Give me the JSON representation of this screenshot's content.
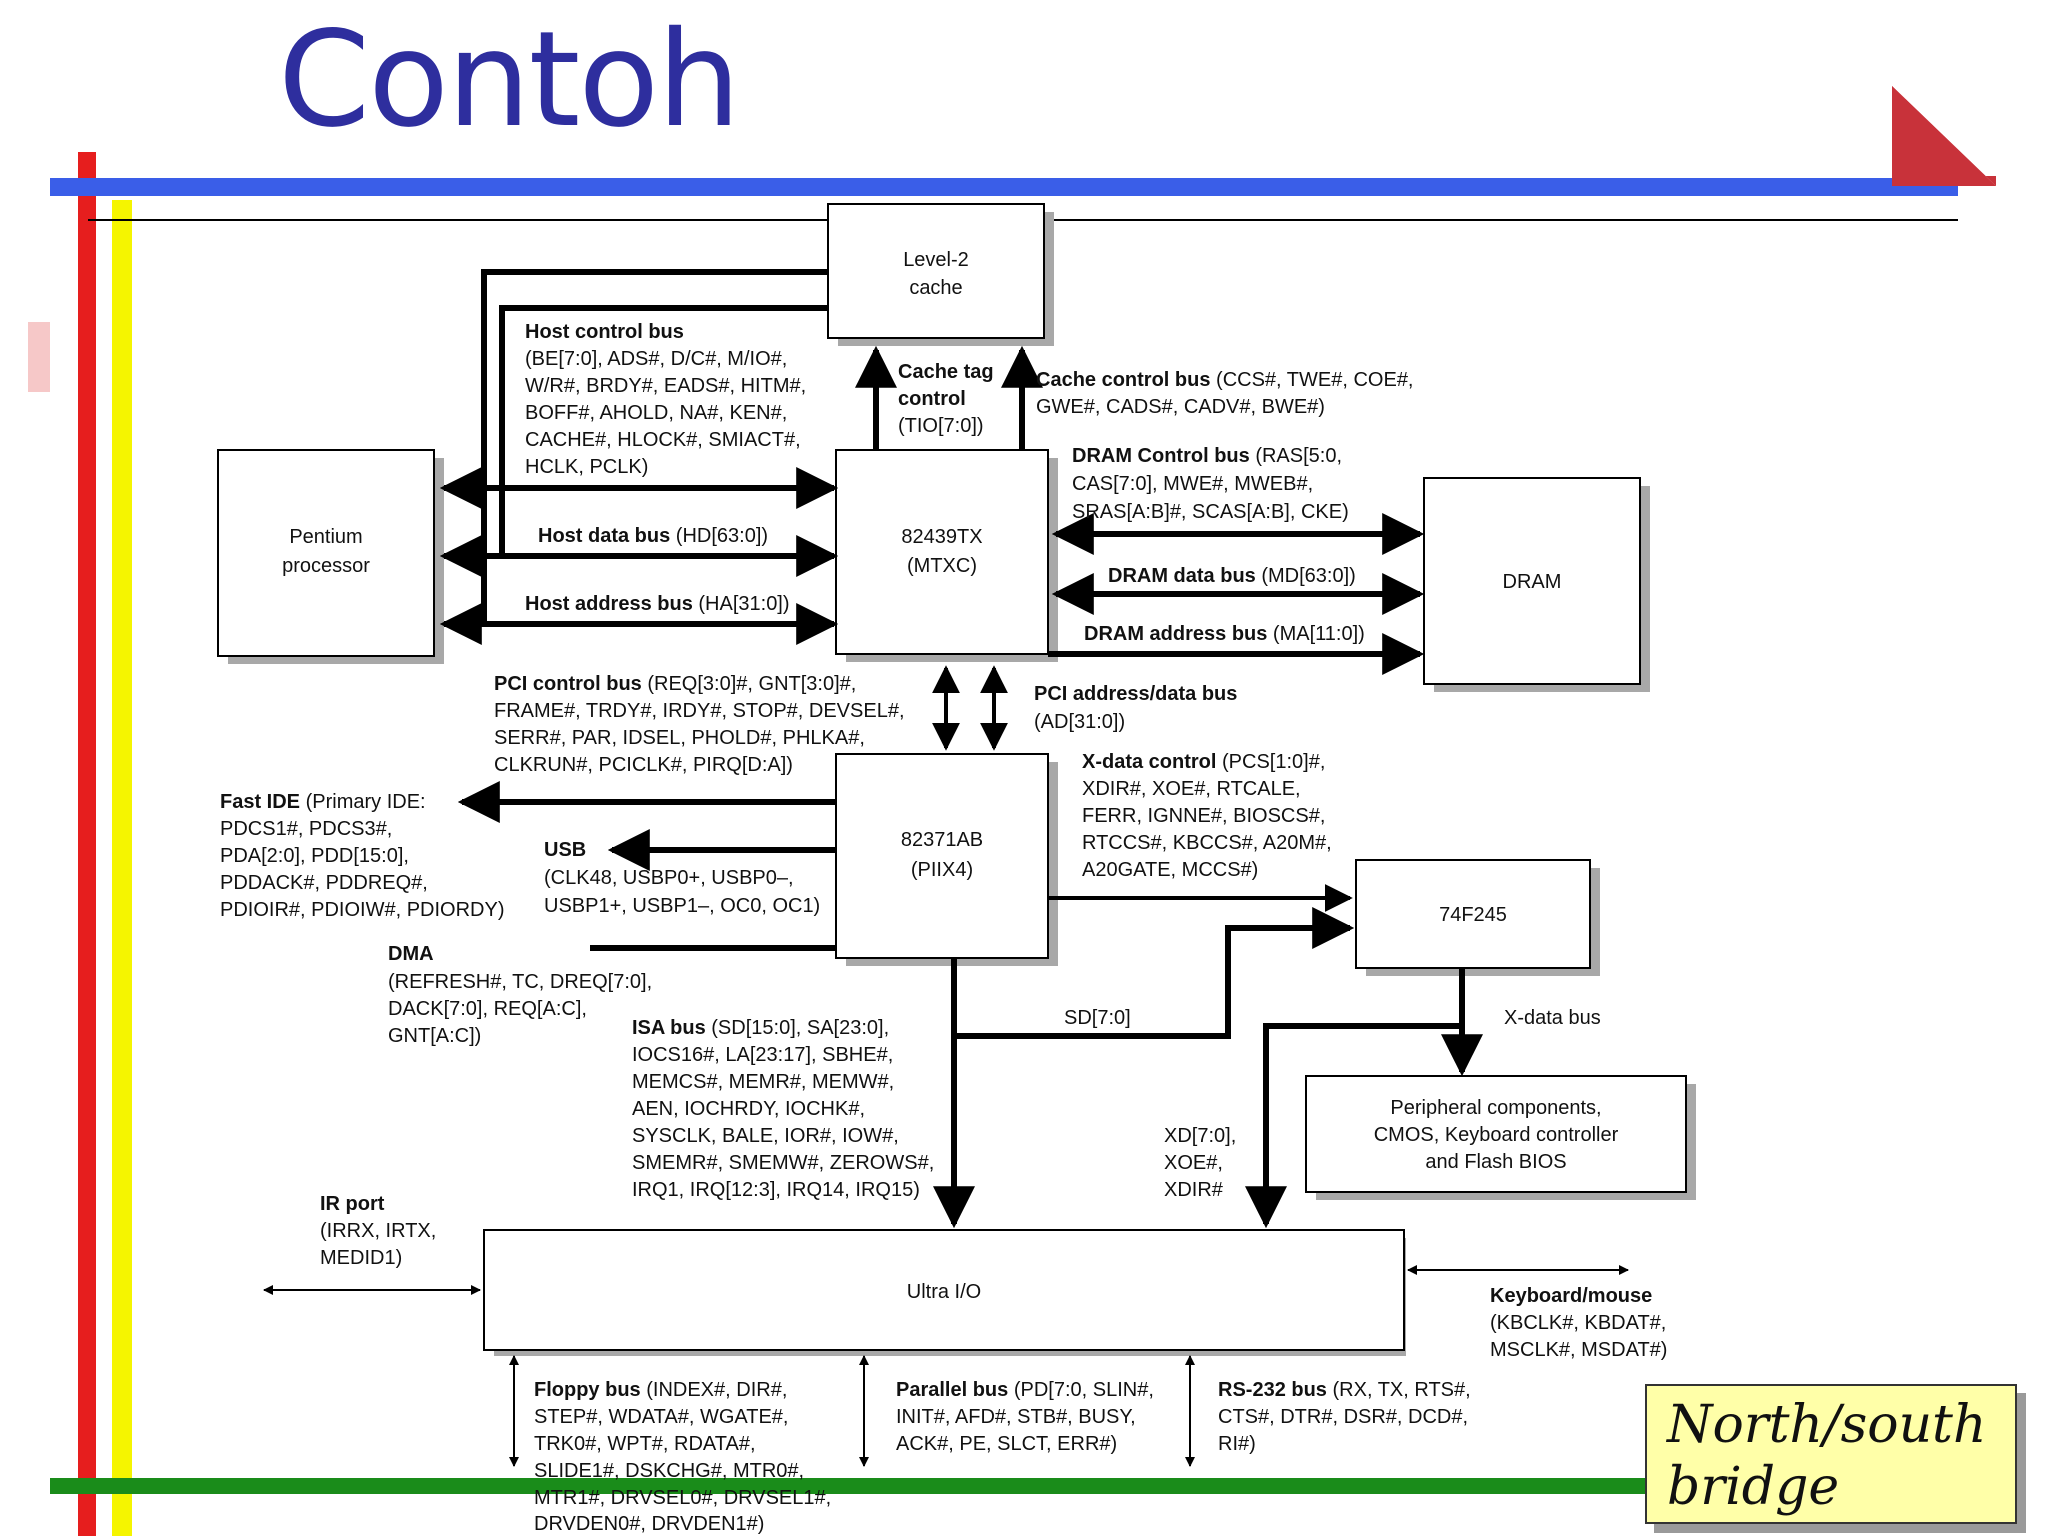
{
  "slide": {
    "title": "Contoh",
    "note": [
      "North/south",
      "bridge"
    ]
  },
  "colors": {
    "title": "#2e2e9e",
    "blue_bar": "#3a5ee8",
    "red_bar": "#e61e1e",
    "yellow_bar": "#f5f500",
    "green_bar": "#1a8c1a",
    "corner_triangle": "#c8323a",
    "note_background": "#ffffa8"
  },
  "diagram": {
    "boxes": {
      "level2_cache": [
        "Level-2",
        "cache"
      ],
      "pentium": [
        "Pentium",
        "processor"
      ],
      "mtxc": [
        "82439TX",
        "(MTXC)"
      ],
      "dram": "DRAM",
      "piix4": [
        "82371AB",
        "(PIIX4)"
      ],
      "f245": "74F245",
      "peripheral": [
        "Peripheral components,",
        "CMOS, Keyboard controller",
        "and Flash BIOS"
      ],
      "ultra_io": "Ultra I/O"
    },
    "labels": {
      "host_control": {
        "bold": "Host control bus",
        "lines": [
          "(BE[7:0], ADS#, D/C#, M/IO#,",
          "W/R#, BRDY#, EADS#, HITM#,",
          "BOFF#, AHOLD, NA#, KEN#,",
          "CACHE#, HLOCK#, SMIACT#,",
          "HCLK, PCLK)"
        ]
      },
      "host_data": {
        "bold": "Host data bus",
        "rest": " (HD[63:0])"
      },
      "host_address": {
        "bold": "Host address bus",
        "rest": " (HA[31:0])"
      },
      "cache_tag": [
        "Cache tag",
        "control",
        "(TIO[7:0])"
      ],
      "cache_control": {
        "bold": "Cache control bus",
        "rest": " (CCS#, TWE#, COE#,",
        "lines": [
          "GWE#, CADS#, CADV#, BWE#)"
        ]
      },
      "dram_control": {
        "bold": "DRAM Control bus",
        "rest": " (RAS[5:0,",
        "lines": [
          "CAS[7:0], MWE#, MWEB#,",
          "SRAS[A:B]#, SCAS[A:B], CKE)"
        ]
      },
      "dram_data": {
        "bold": "DRAM data bus",
        "rest": " (MD[63:0])"
      },
      "dram_address": {
        "bold": "DRAM address bus",
        "rest": " (MA[11:0])"
      },
      "pci_control": {
        "bold": "PCI control bus",
        "rest": " (REQ[3:0]#, GNT[3:0]#,",
        "lines": [
          "FRAME#, TRDY#, IRDY#, STOP#, DEVSEL#,",
          "SERR#, PAR, IDSEL, PHOLD#, PHLKA#,",
          "CLKRUN#, PCICLK#, PIRQ[D:A])"
        ]
      },
      "pci_address_data": {
        "bold": "PCI address/data bus",
        "lines": [
          "(AD[31:0])"
        ]
      },
      "xdata_control": {
        "bold": "X-data control",
        "rest": " (PCS[1:0]#,",
        "lines": [
          "XDIR#, XOE#, RTCALE,",
          "FERR, IGNNE#, BIOSCS#,",
          "RTCCS#, KBCCS#, A20M#,",
          "A20GATE, MCCS#)"
        ]
      },
      "fast_ide": {
        "bold": "Fast IDE",
        "rest": " (Primary IDE:",
        "lines": [
          "PDCS1#, PDCS3#,",
          "PDA[2:0], PDD[15:0],",
          "PDDACK#, PDDREQ#,",
          "PDIOIR#, PDIOIW#, PDIORDY)"
        ]
      },
      "usb": {
        "bold": "USB",
        "lines": [
          "(CLK48, USBP0+, USBP0–,",
          "USBP1+, USBP1–, OC0, OC1)"
        ]
      },
      "dma": {
        "bold": "DMA",
        "lines": [
          "(REFRESH#, TC, DREQ[7:0],",
          "DACK[7:0], REQ[A:C],",
          "GNT[A:C])"
        ]
      },
      "isa": {
        "bold": "ISA bus",
        "rest": " (SD[15:0], SA[23:0],",
        "lines": [
          "IOCS16#, LA[23:17], SBHE#,",
          "MEMCS#, MEMR#, MEMW#,",
          "AEN, IOCHRDY, IOCHK#,",
          "SYSCLK, BALE, IOR#, IOW#,",
          "SMEMR#, SMEMW#, ZEROWS#,",
          "IRQ1, IRQ[12:3], IRQ14, IRQ15)"
        ]
      },
      "sd": "SD[7:0]",
      "xdata_bus": "X-data bus",
      "xd": [
        "XD[7:0],",
        "XOE#,",
        "XDIR#"
      ],
      "ir_port": {
        "bold": "IR port",
        "lines": [
          "(IRRX, IRTX,",
          "MEDID1)"
        ]
      },
      "keyboard_mouse": {
        "bold": "Keyboard/mouse",
        "lines": [
          "(KBCLK#, KBDAT#,",
          "MSCLK#, MSDAT#)"
        ]
      },
      "floppy": {
        "bold": "Floppy bus",
        "rest": " (INDEX#, DIR#,",
        "lines": [
          "STEP#, WDATA#, WGATE#,",
          "TRK0#, WPT#, RDATA#,",
          "SLIDE1#, DSKCHG#, MTR0#,",
          "MTR1#, DRVSEL0#, DRVSEL1#,",
          "DRVDEN0#, DRVDEN1#)"
        ]
      },
      "parallel": {
        "bold": "Parallel bus",
        "rest": " (PD[7:0, SLIN#,",
        "lines": [
          "INIT#, AFD#, STB#, BUSY,",
          "ACK#, PE, SLCT, ERR#)"
        ]
      },
      "rs232": {
        "bold": "RS-232 bus",
        "rest": " (RX, TX, RTS#,",
        "lines": [
          "CTS#, DTR#, DSR#, DCD#,",
          "RI#)"
        ]
      }
    }
  }
}
